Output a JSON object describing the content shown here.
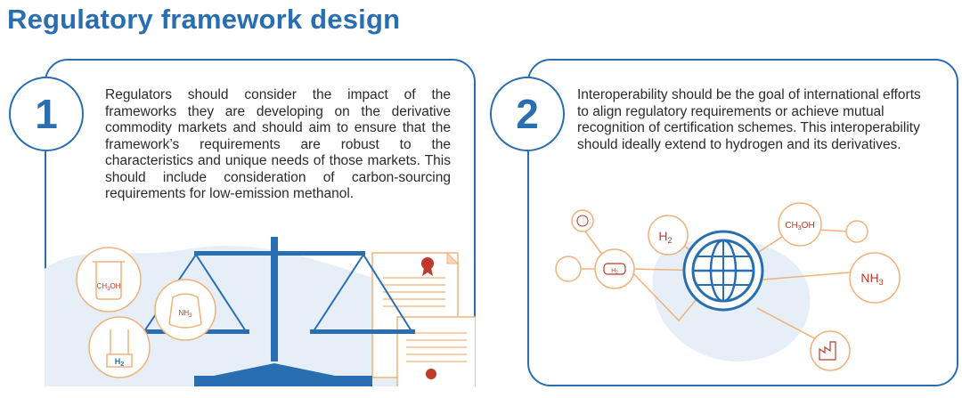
{
  "page_title": "Regulatory framework design",
  "panels": [
    {
      "number": "1",
      "text": "Regulators should consider the impact of the frameworks they are developing on the derivative commodity markets and should aim to ensure that the framework’s requirements are robust to the characteristics and unique needs of those markets. This should include consideration of carbon-sourcing requirements for low-emission methanol.",
      "labels": {
        "methanol": "CH3OH",
        "ammonia": "NH3",
        "hydrogen": "H2"
      }
    },
    {
      "number": "2",
      "text": "Interoperability should be the goal of international efforts to align regulatory requirements or achieve mutual recognition of certification schemes. This interoperability should ideally extend to hydrogen and its derivatives.",
      "labels": {
        "hydrogen": "H2",
        "methanol": "CH3OH",
        "ammonia": "NH3",
        "tank": "H2"
      }
    }
  ],
  "colors": {
    "primary_blue": "#2a6eb2",
    "accent_orange": "#f0b27a",
    "icon_red": "#c0392b"
  }
}
